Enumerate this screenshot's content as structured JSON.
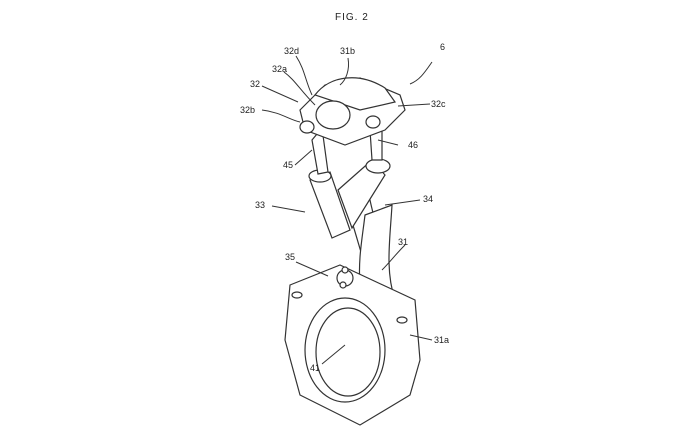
{
  "figure": {
    "title": "FIG. 2",
    "labels": {
      "l6": "6",
      "l31b": "31b",
      "l32d": "32d",
      "l32a": "32a",
      "l32": "32",
      "l32b": "32b",
      "l32c": "32c",
      "l46": "46",
      "l45": "45",
      "l33": "33",
      "l34": "34",
      "l35": "35",
      "l31": "31",
      "l31a": "31a",
      "l41": "41"
    }
  }
}
